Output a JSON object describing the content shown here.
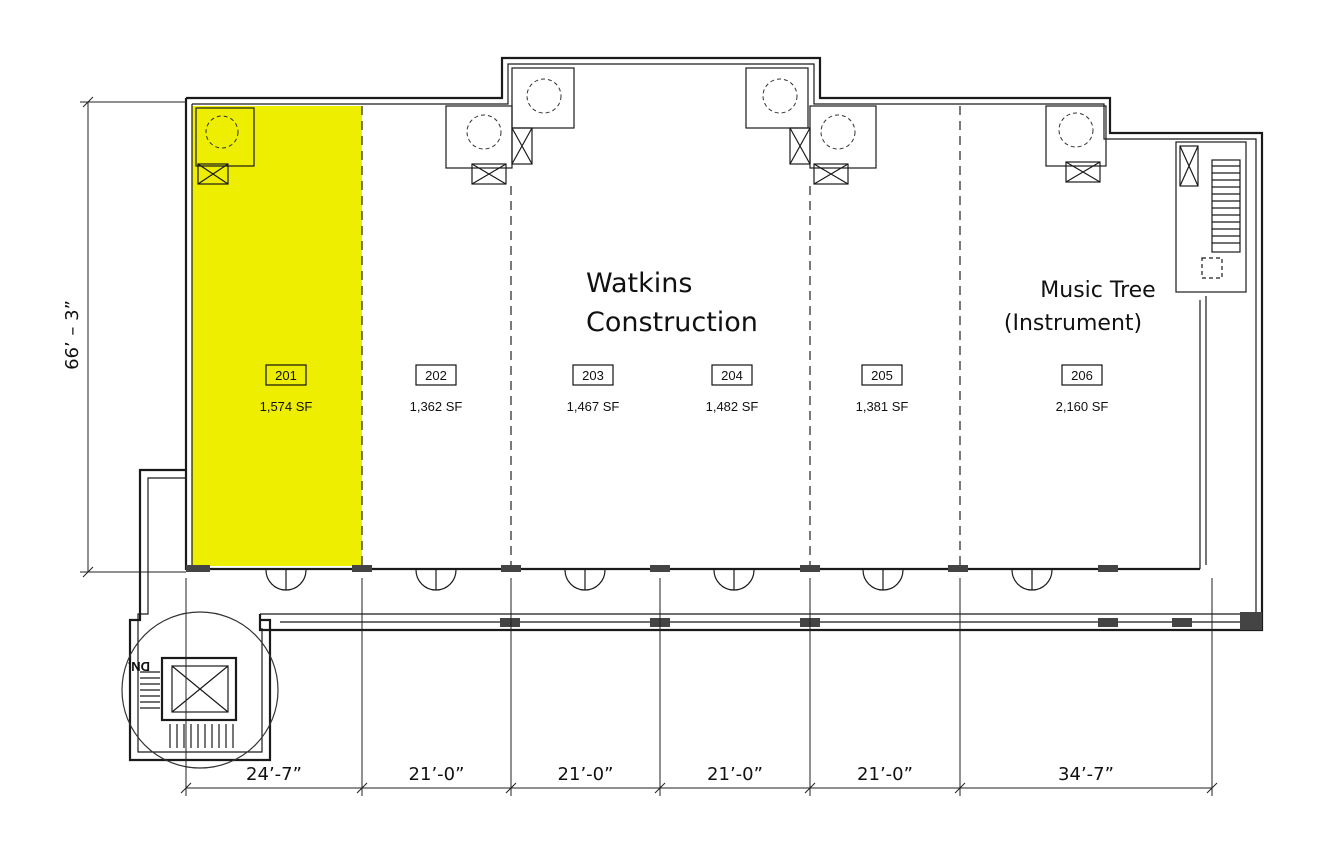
{
  "plan": {
    "overall_dimension": "66’ – 3”",
    "highlight_color": "#eeee00",
    "tenants": [
      {
        "lines": [
          "Watkins",
          "Construction"
        ]
      },
      {
        "lines": [
          "Music Tree",
          "(Instrument)"
        ]
      }
    ],
    "stair_label": "DN.",
    "suites": [
      {
        "number": "201",
        "area": "1,574 SF",
        "highlighted": true
      },
      {
        "number": "202",
        "area": "1,362 SF",
        "highlighted": false
      },
      {
        "number": "203",
        "area": "1,467 SF",
        "highlighted": false
      },
      {
        "number": "204",
        "area": "1,482 SF",
        "highlighted": false
      },
      {
        "number": "205",
        "area": "1,381 SF",
        "highlighted": false
      },
      {
        "number": "206",
        "area": "2,160 SF",
        "highlighted": false
      }
    ],
    "bay_dimensions": [
      "24’-7”",
      "21’-0”",
      "21’-0”",
      "21’-0”",
      "21’-0”",
      "34’-7”"
    ]
  }
}
